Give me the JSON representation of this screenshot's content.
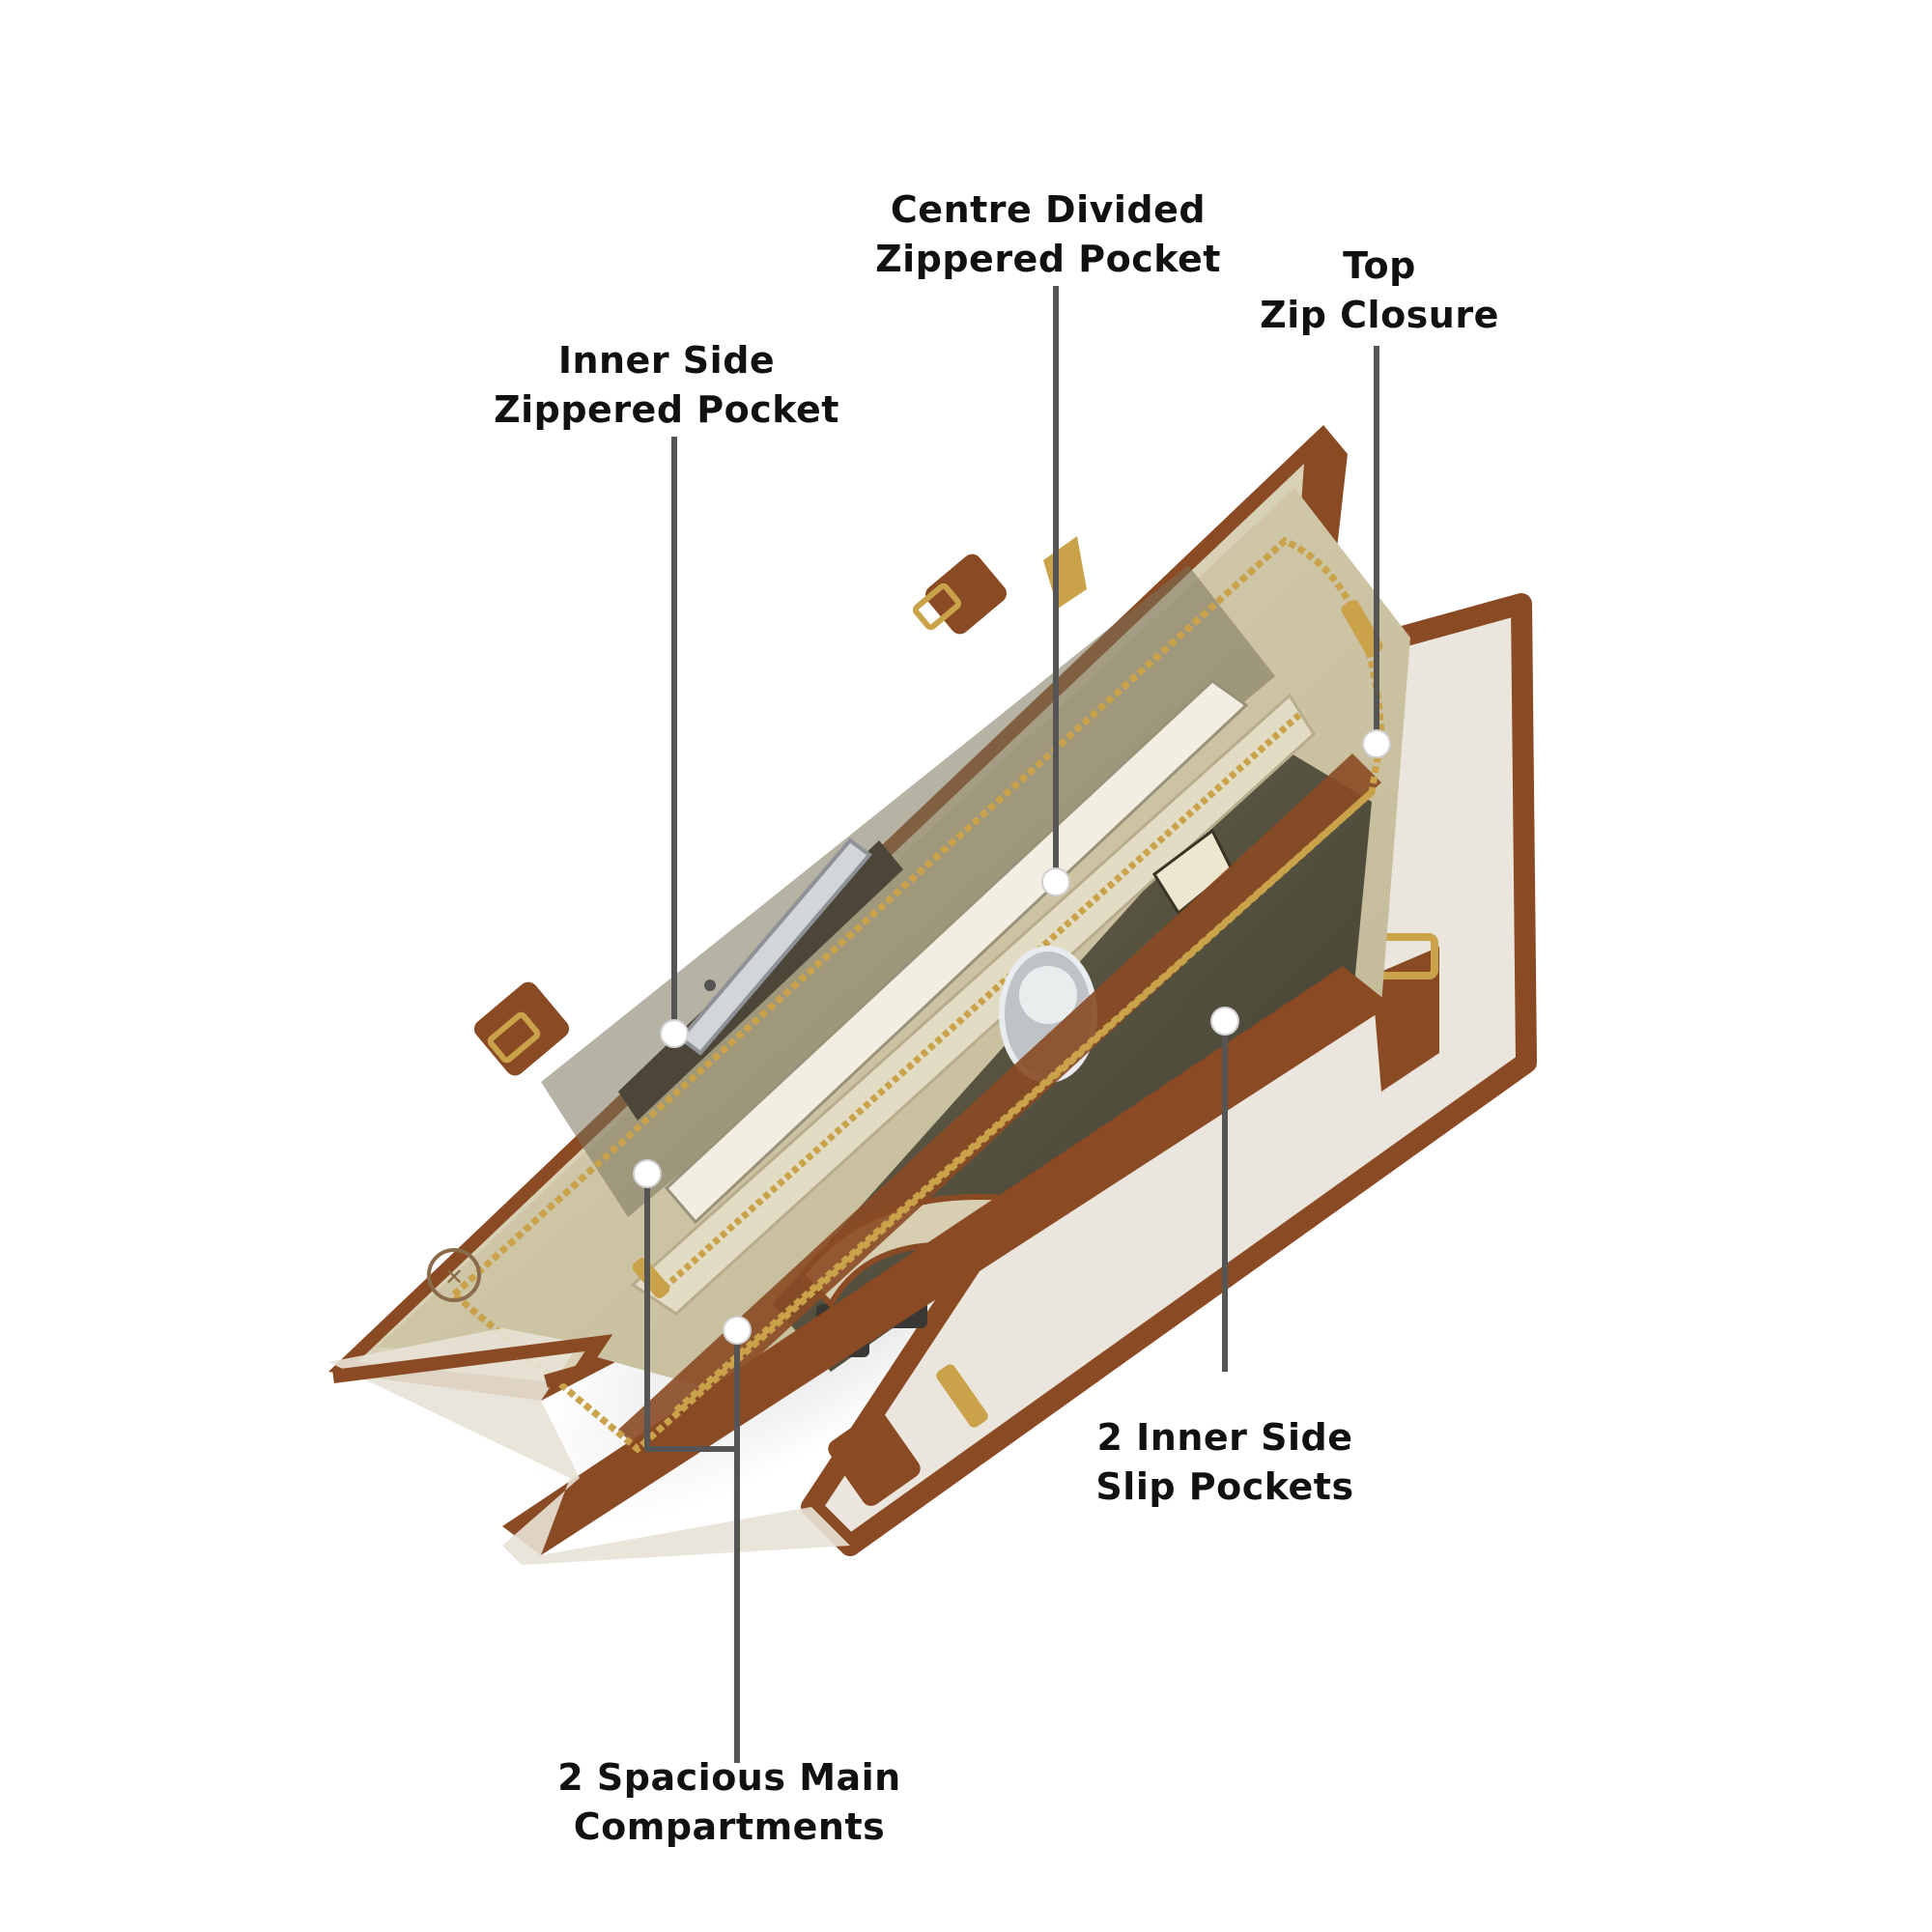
{
  "callouts": [
    {
      "id": "centre-divided",
      "lines": [
        "Centre Divided",
        "Zippered Pocket"
      ]
    },
    {
      "id": "top-zip",
      "lines": [
        "Top",
        "Zip Closure"
      ]
    },
    {
      "id": "inner-side-zippered",
      "lines": [
        "Inner Side",
        "Zippered Pocket"
      ]
    },
    {
      "id": "inner-side-slip",
      "lines": [
        "2 Inner Side",
        "Slip Pockets"
      ]
    },
    {
      "id": "main-compartments",
      "lines": [
        "2 Spacious Main",
        "Compartments"
      ]
    }
  ],
  "colors": {
    "background": "#ffffff",
    "leather_trim": "#8a4a24",
    "leather_dark": "#5e3218",
    "lining": "#cfc6a8",
    "lining_shadow": "#6f6a52",
    "canvas_panel": "#ebe6dd",
    "hardware_gold": "#c9a24a",
    "leader_line": "#555555",
    "marker_dot": "#ffffff",
    "label_text": "#111111"
  }
}
